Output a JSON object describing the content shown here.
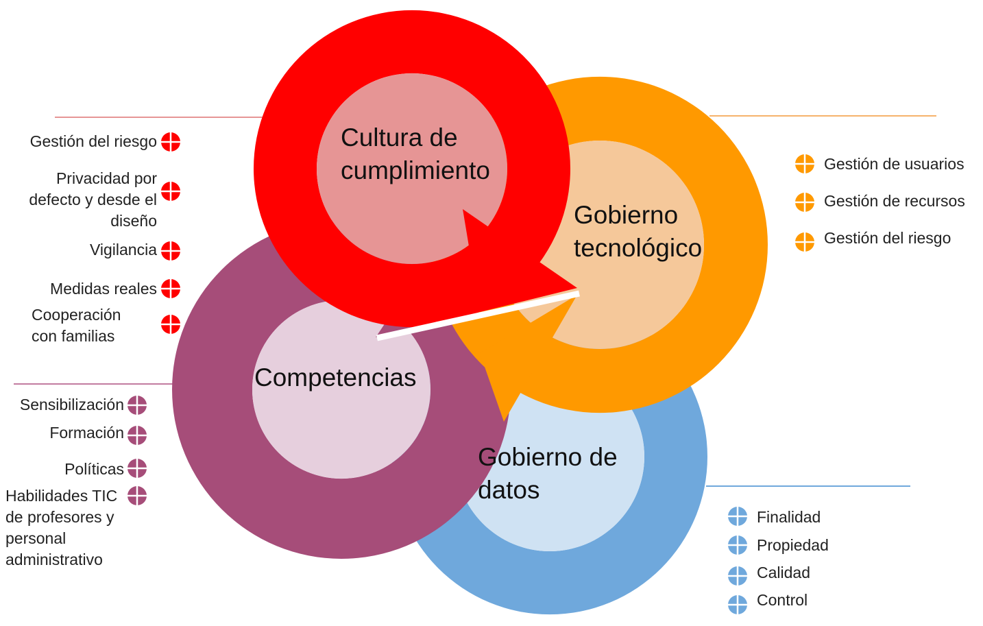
{
  "colors": {
    "red": "#ff0000",
    "red_inner": "#e69595",
    "purple": "#a64d79",
    "purple_inner": "#e6cfdd",
    "orange": "#ff9900",
    "orange_inner": "#f5c89a",
    "blue": "#6fa8dc",
    "blue_inner": "#cfe2f3"
  },
  "circles": {
    "cultura": {
      "title_line1": "Cultura de",
      "title_line2": "cumplimiento"
    },
    "tecnologico": {
      "title_line1": "Gobierno",
      "title_line2": "tecnológico"
    },
    "competencias": {
      "title": "Competencias"
    },
    "datos": {
      "title_line1": "Gobierno de",
      "title_line2": "datos"
    }
  },
  "lists": {
    "cultura": [
      {
        "lines": [
          "Gestión del riesgo"
        ]
      },
      {
        "lines": [
          "Privacidad por",
          "defecto y desde el",
          "diseño"
        ]
      },
      {
        "lines": [
          "Vigilancia"
        ]
      },
      {
        "lines": [
          "Medidas reales"
        ]
      },
      {
        "lines": [
          "Cooperación",
          "con familias"
        ]
      }
    ],
    "tecnologico": [
      {
        "lines": [
          "Gestión de usuarios"
        ]
      },
      {
        "lines": [
          "Gestión de recursos"
        ]
      },
      {
        "lines": [
          "Gestión del riesgo"
        ]
      }
    ],
    "competencias": [
      {
        "lines": [
          "Sensibilización"
        ]
      },
      {
        "lines": [
          "Formación"
        ]
      },
      {
        "lines": [
          "Políticas"
        ]
      },
      {
        "lines": [
          "Habilidades TIC",
          "de profesores y",
          "personal",
          "administrativo"
        ]
      }
    ],
    "datos": [
      {
        "lines": [
          "Finalidad"
        ]
      },
      {
        "lines": [
          "Propiedad"
        ]
      },
      {
        "lines": [
          "Calidad"
        ]
      },
      {
        "lines": [
          "Control"
        ]
      }
    ]
  }
}
